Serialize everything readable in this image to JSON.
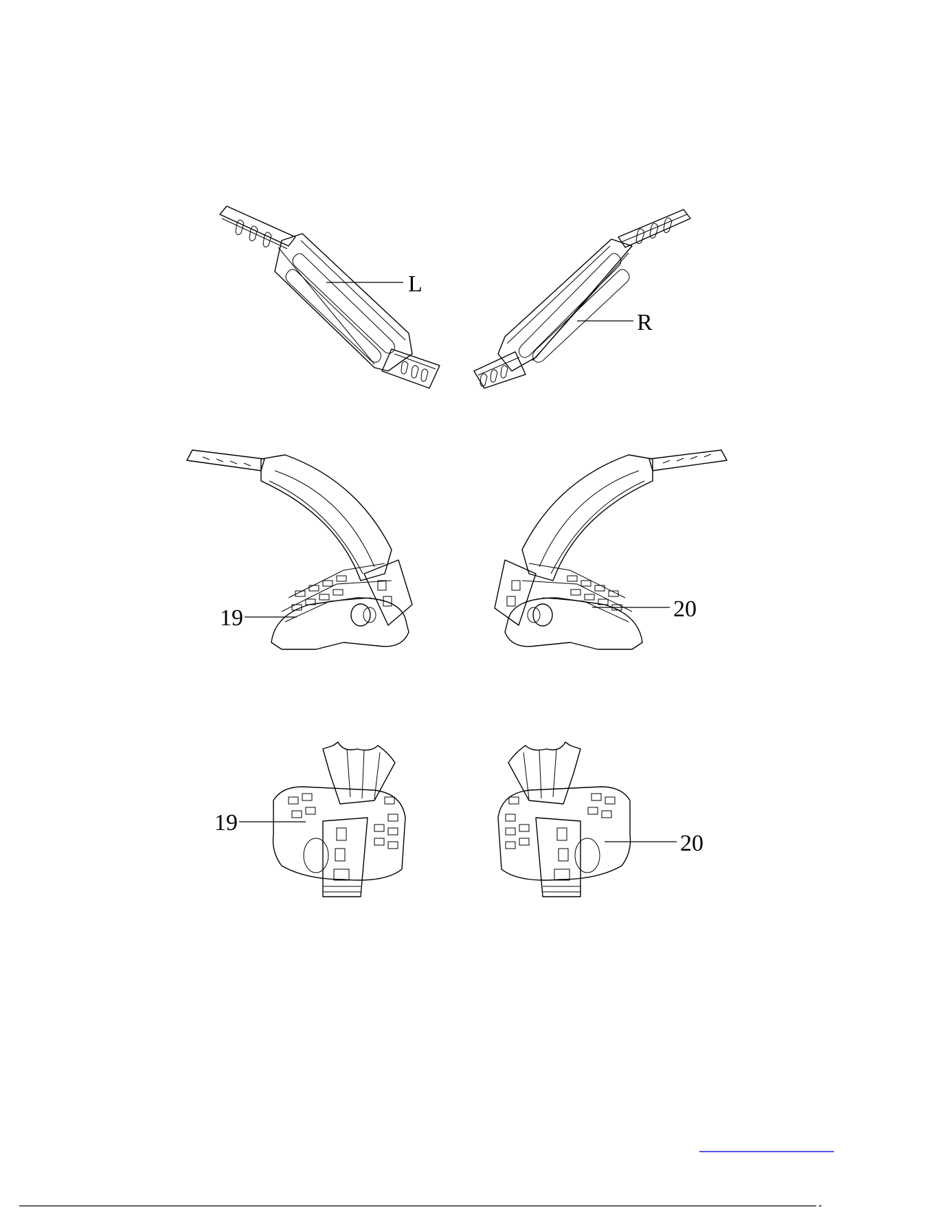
{
  "labels": {
    "left_strap": "L",
    "right_strap": "R",
    "left_pedal_side": "19",
    "right_pedal_side": "20",
    "left_pedal_front": "19",
    "right_pedal_front": "20"
  },
  "colors": {
    "line": "#000000",
    "link": "#1a1ad8",
    "background": "#ffffff"
  }
}
